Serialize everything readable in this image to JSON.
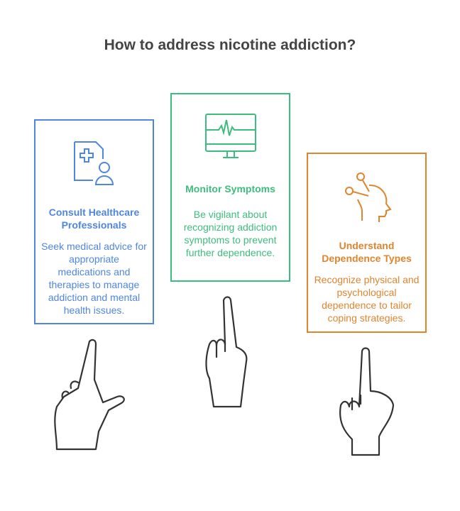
{
  "title": "How to address nicotine addiction?",
  "colors": {
    "blue": "#4f86e0",
    "green": "#3dbd7d",
    "orange": "#e0852e",
    "title": "#444444"
  },
  "cards": [
    {
      "icon": "medical-document-person-icon",
      "heading": "Consult Healthcare Professionals",
      "description": "Seek medical advice for appropriate medications and therapies to manage addiction and mental health issues."
    },
    {
      "icon": "heart-monitor-icon",
      "heading": "Monitor Symptoms",
      "description": "Be vigilant about recognizing addiction symptoms to prevent further dependence."
    },
    {
      "icon": "head-pins-icon",
      "heading": "Understand Dependence Types",
      "description": "Recognize physical and psychological dependence to tailor coping strategies."
    }
  ]
}
